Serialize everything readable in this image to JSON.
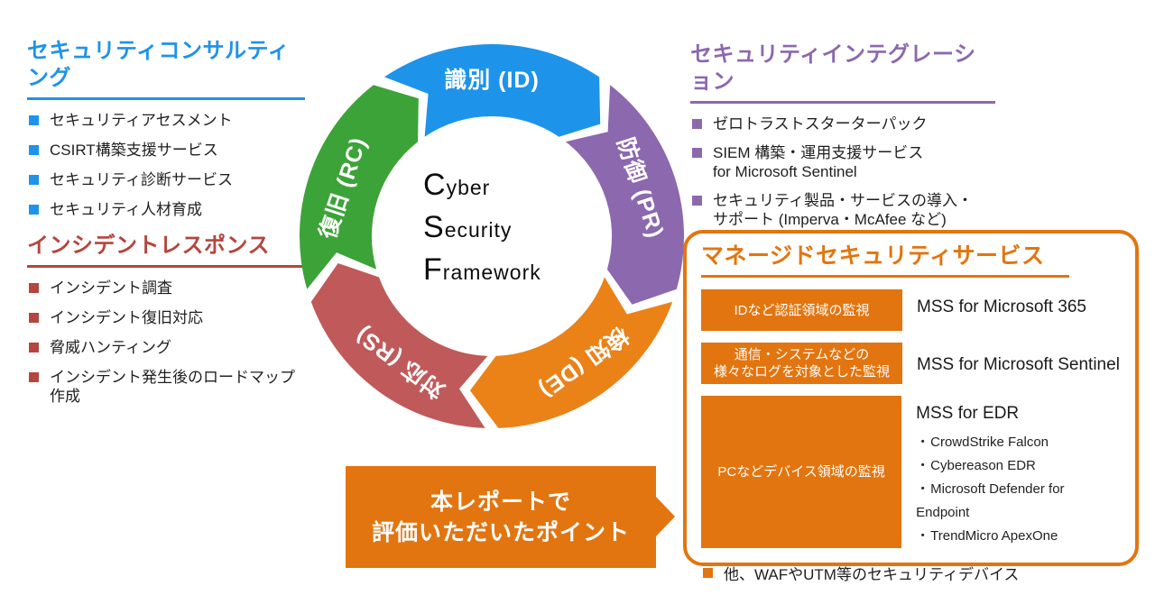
{
  "colors": {
    "blue": "#1e93ea",
    "purple": "#8c68ae",
    "green": "#3ca338",
    "red_segment": "#c05a5a",
    "dark_red": "#b4463f",
    "orange": "#e2750f",
    "orange_segment": "#eb8218",
    "text": "#1f1f1f"
  },
  "sections": {
    "consulting": {
      "title": "セキュリティコンサルティング",
      "items": [
        "セキュリティアセスメント",
        "CSIRT構築支援サービス",
        "セキュリティ診断サービス",
        "セキュリティ人材育成"
      ]
    },
    "incident": {
      "title": "インシデントレスポンス",
      "items": [
        "インシデント調査",
        "インシデント復旧対応",
        "脅威ハンティング",
        "インシデント発生後のロードマップ\n作成"
      ]
    },
    "integration": {
      "title": "セキュリティインテグレーション",
      "items": [
        "ゼロトラストスターターパック",
        "SIEM 構築・運用支援サービス\nfor Microsoft Sentinel",
        "セキュリティ製品・サービスの導入・\nサポート (Imperva・McAfee など)"
      ]
    },
    "mss": {
      "title": "マネージドセキュリティサービス",
      "rows": [
        {
          "label": "IDなど認証領域の監視",
          "service": "MSS for Microsoft 365",
          "products": []
        },
        {
          "label": "通信・システムなどの\n様々なログを対象とした監視",
          "service": "MSS for Microsoft Sentinel",
          "products": []
        },
        {
          "label": "PCなどデバイス領域の監視",
          "service": "MSS for EDR",
          "products": [
            "CrowdStrike Falcon",
            "Cybereason EDR",
            "Microsoft Defender for Endpoint",
            "TrendMicro ApexOne"
          ]
        }
      ],
      "footnote": "他、WAFやUTM等のセキュリティデバイス"
    }
  },
  "wheel": {
    "center_lines": [
      {
        "initial": "C",
        "rest": "yber"
      },
      {
        "initial": "S",
        "rest": "ecurity"
      },
      {
        "initial": "F",
        "rest": "ramework"
      }
    ],
    "segments": [
      {
        "id": "identify",
        "label": "識別 (ID)",
        "color": "#1e93ea"
      },
      {
        "id": "protect",
        "label": "防御 (PR)",
        "color": "#8c68ae"
      },
      {
        "id": "detect",
        "label": "検知 (DE)",
        "color": "#eb8218"
      },
      {
        "id": "respond",
        "label": "対応 (RS)",
        "color": "#c05a5a"
      },
      {
        "id": "recover",
        "label": "復旧 (RC)",
        "color": "#3ca338"
      }
    ]
  },
  "callout": {
    "lines": [
      "本レポートで",
      "評価いただいたポイント"
    ]
  }
}
